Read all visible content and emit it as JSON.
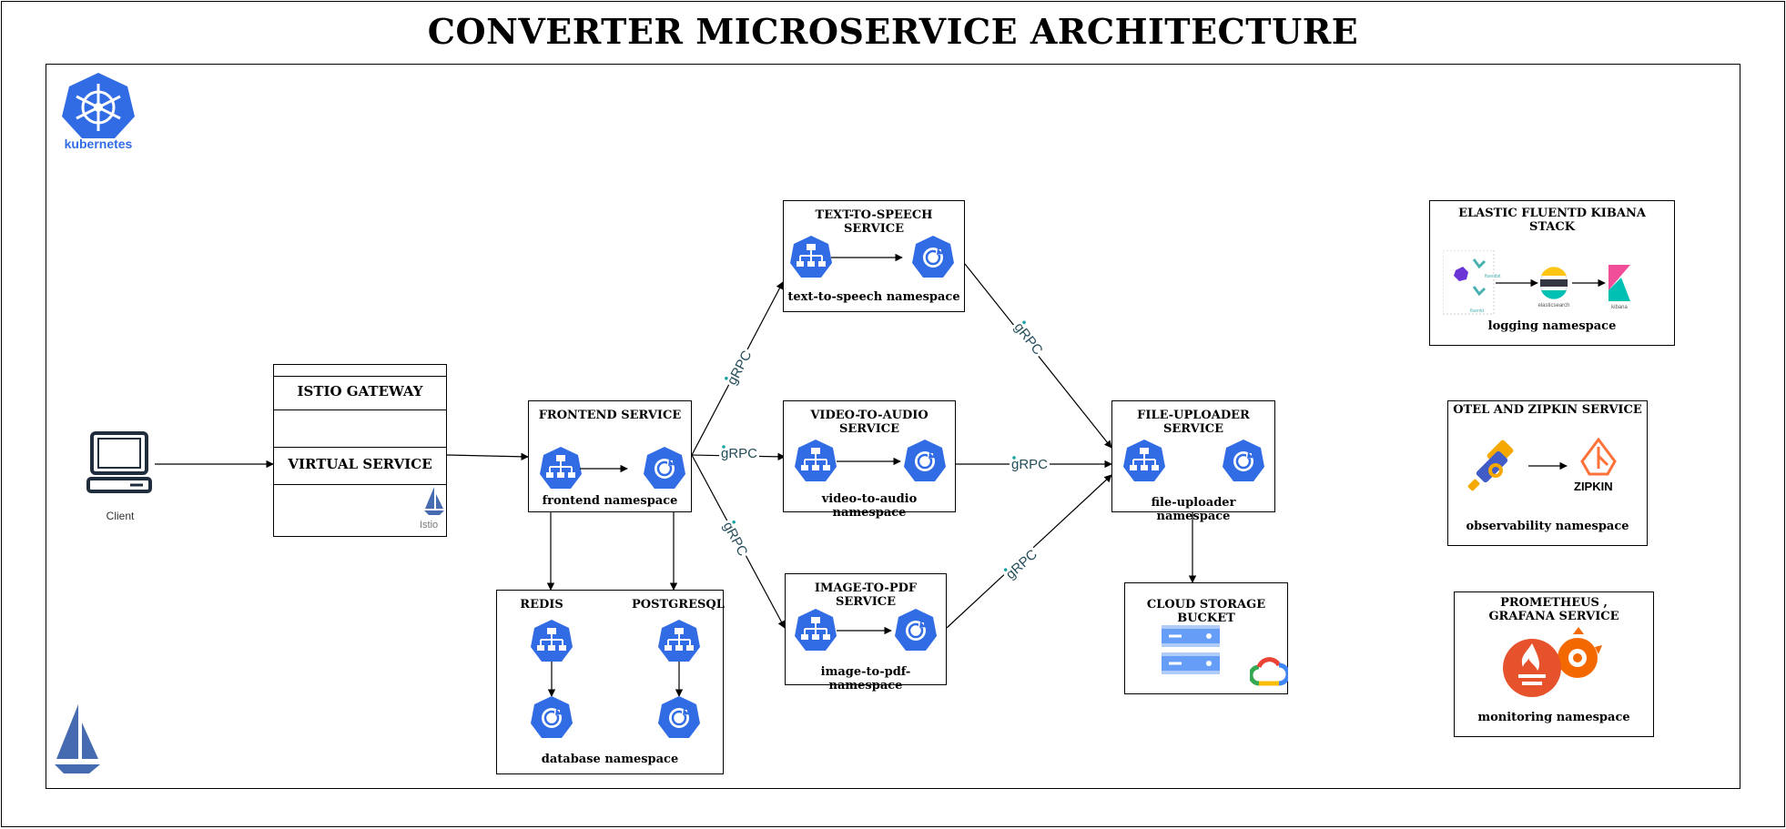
{
  "title": "CONVERTER MICROSERVICE ARCHITECTURE",
  "kubernetes_label": "kubernetes",
  "client": {
    "label": "Client"
  },
  "istio": {
    "gateway_label": "ISTIO GATEWAY",
    "virtual_service_label": "VIRTUAL SERVICE",
    "logo_label": "Istio"
  },
  "frontend": {
    "title": "FRONTEND SERVICE",
    "namespace": "frontend  namespace"
  },
  "tts": {
    "title": "TEXT-TO-SPEECH SERVICE",
    "namespace": "text-to-speech namespace"
  },
  "v2a": {
    "title": "VIDEO-TO-AUDIO SERVICE",
    "namespace": "video-to-audio namespace"
  },
  "i2p": {
    "title": "IMAGE-TO-PDF SERVICE",
    "namespace": "image-to-pdf-namespace"
  },
  "uploader": {
    "title": "FILE-UPLOADER SERVICE",
    "namespace": "file-uploader  namespace"
  },
  "storage": {
    "title": "CLOUD STORAGE BUCKET"
  },
  "database": {
    "redis": "REDIS",
    "postgres": "POSTGRESQL",
    "namespace": "database namespace"
  },
  "efk": {
    "title": "ELASTIC FLUENTD KIBANA STACK",
    "namespace": "logging namespace",
    "fluentbit_label": "fluentbit",
    "fluentd_label": "fluentd",
    "elasticsearch_label": "elasticsearch",
    "kibana_label": "kibana"
  },
  "otel": {
    "title": "OTEL AND ZIPKIN SERVICE",
    "namespace": "observability namespace",
    "zipkin_label": "ZIPKIN"
  },
  "monitoring": {
    "title": "PROMETHEUS , GRAFANA SERVICE",
    "namespace": "monitoring namespace"
  },
  "grpc_label": "gRPC",
  "colors": {
    "k8s_blue": "#326ce5",
    "istio_blue": "#466bb0",
    "grpc_teal": "#244c5a",
    "prometheus": "#e6522c",
    "grafana": "#f46800",
    "otel_blue": "#425cc7",
    "otel_yellow": "#f5a800",
    "zipkin": "#fe7139",
    "kibana_pink": "#f04e98",
    "elastic_yellow": "#fec514",
    "gcs_blue": "#aecbfa"
  }
}
